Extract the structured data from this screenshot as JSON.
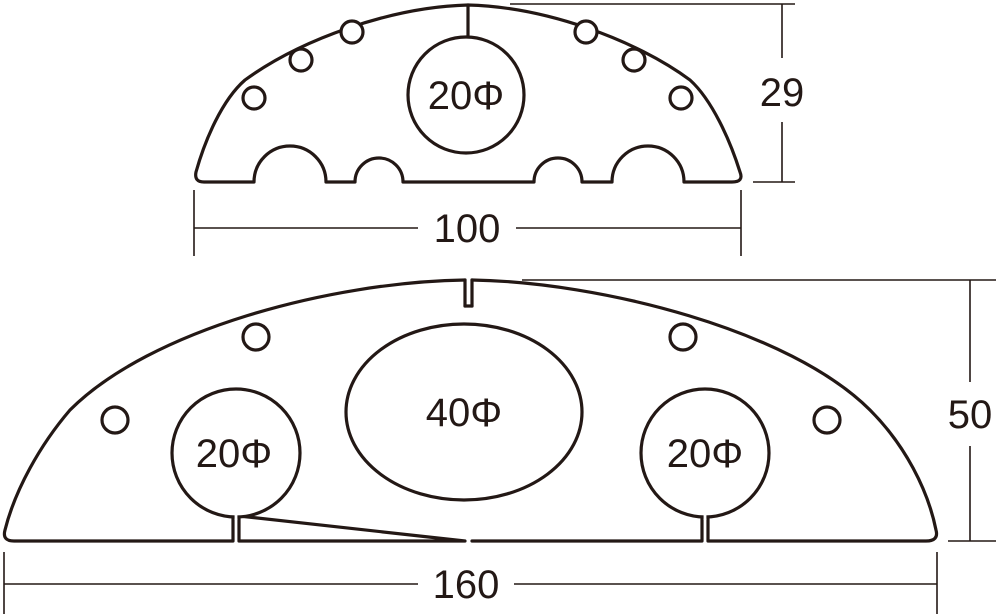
{
  "colors": {
    "line": "#231815",
    "background": "#ffffff"
  },
  "small_profile": {
    "hole_label": "20Φ",
    "width_label": "100",
    "height_label": "29"
  },
  "large_profile": {
    "center_hole_label": "40Φ",
    "left_hole_label": "20Φ",
    "right_hole_label": "20Φ",
    "width_label": "160",
    "height_label": "50"
  }
}
